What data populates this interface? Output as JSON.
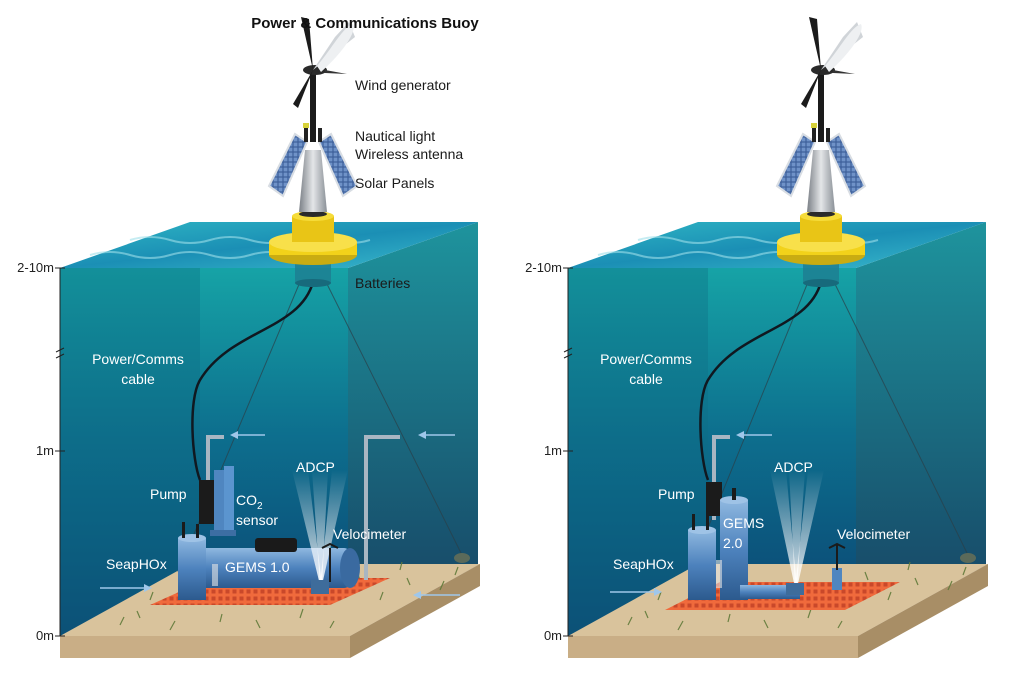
{
  "title": "Power & Communications Buoy",
  "buoy_labels": {
    "wind": "Wind generator",
    "light": "Nautical light",
    "antenna": "Wireless antenna",
    "solar": "Solar Panels",
    "batteries": "Batteries"
  },
  "depth_labels": [
    "2-10m",
    "1m",
    "0m"
  ],
  "left_panel": {
    "cable_line1": "Power/Comms",
    "cable_line2": "cable",
    "pump": "Pump",
    "co2_main": "CO",
    "co2_sub": "2",
    "co2_line2": "sensor",
    "adcp": "ADCP",
    "velocimeter": "Velocimeter",
    "seaphox": "SeapHOx",
    "gems": "GEMS 1.0"
  },
  "right_panel": {
    "cable_line1": "Power/Comms",
    "cable_line2": "cable",
    "pump": "Pump",
    "gems_line1": "GEMS",
    "gems_line2": "2.0",
    "adcp": "ADCP",
    "velocimeter": "Velocimeter",
    "seaphox": "SeapHOx"
  },
  "colors": {
    "water_top": "#0f9ea6",
    "water_bottom": "#0b3d66",
    "buoy": "#f2d21a",
    "grid": "#f06a3c",
    "sand": "#c9ae86",
    "instrument": "#5b8fc7"
  }
}
